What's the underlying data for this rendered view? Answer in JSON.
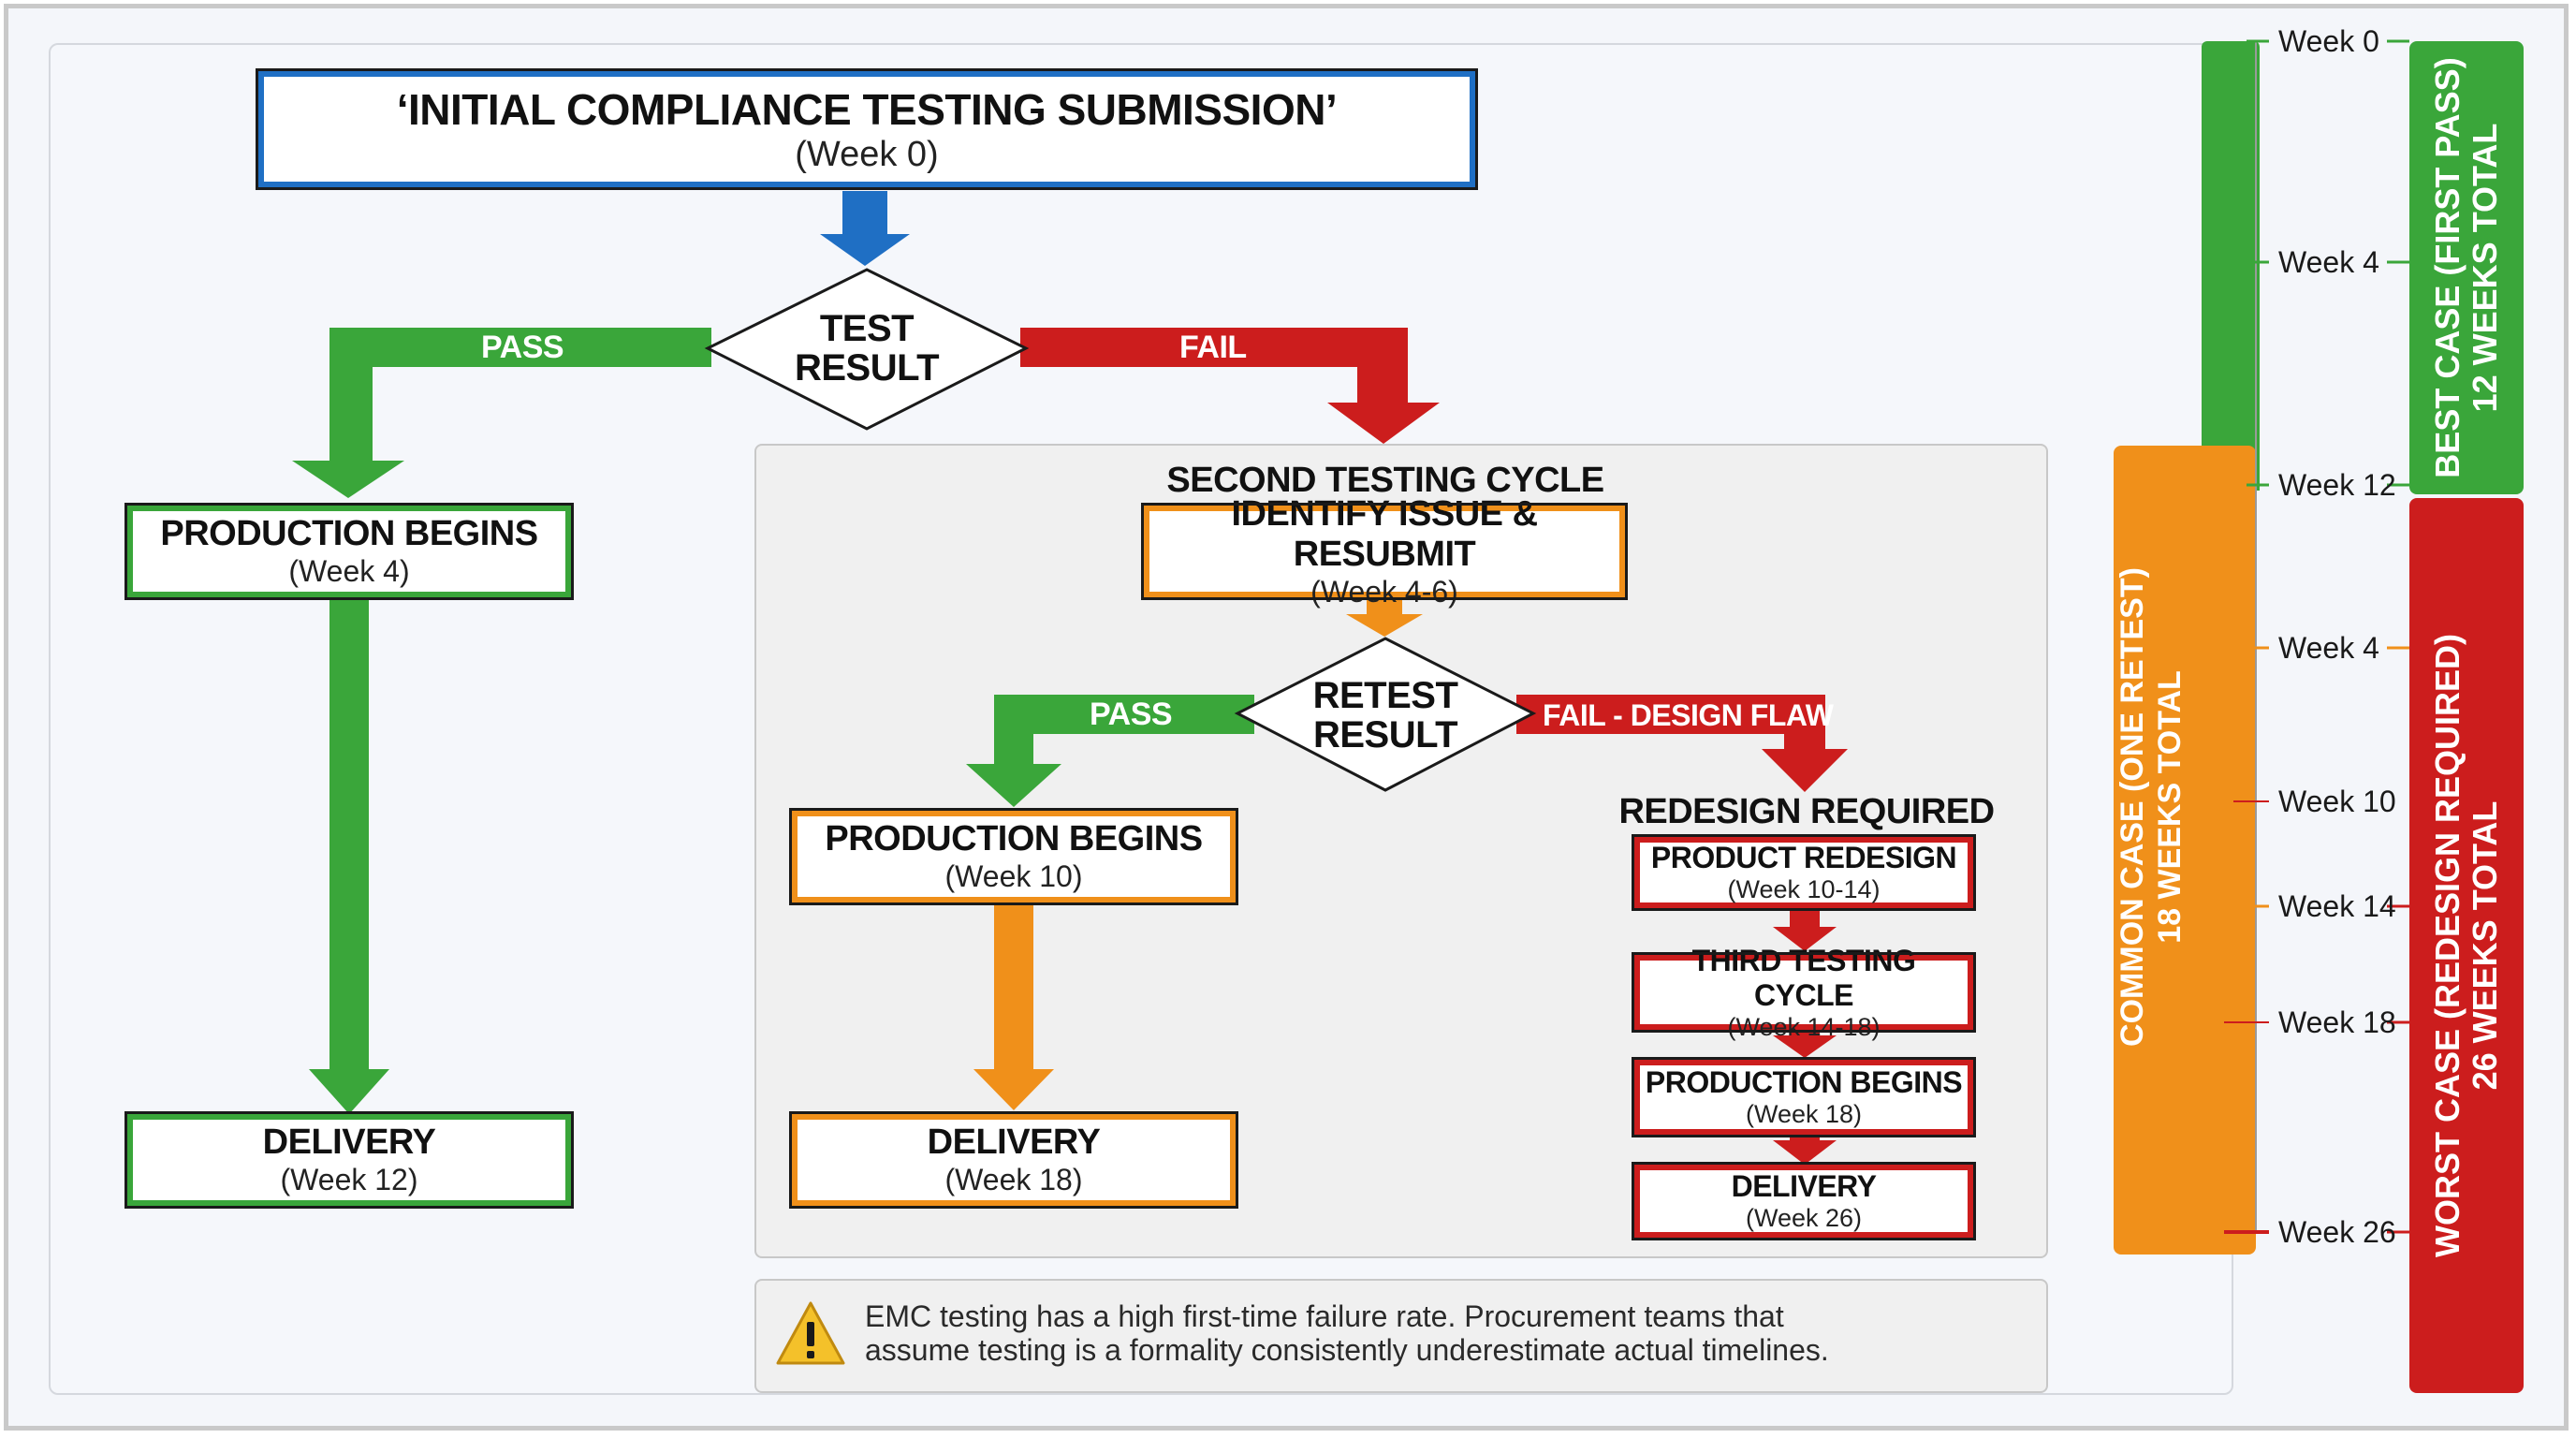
{
  "flow": {
    "initial": {
      "title": "‘INITIAL COMPLIANCE TESTING SUBMISSION’",
      "sub": "(Week 0)"
    },
    "test_result": {
      "line1": "TEST",
      "line2": "RESULT"
    },
    "pass_label": "PASS",
    "fail_label": "FAIL",
    "best_production": {
      "title": "PRODUCTION BEGINS",
      "sub": "(Week 4)"
    },
    "best_delivery": {
      "title": "DELIVERY",
      "sub": "(Week 12)"
    },
    "second_cycle_heading": "SECOND TESTING CYCLE",
    "identify": {
      "title": "IDENTIFY ISSUE & RESUBMIT",
      "sub": "(Week 4-6)"
    },
    "retest_result": {
      "line1": "RETEST",
      "line2": "RESULT"
    },
    "retest_pass_label": "PASS",
    "retest_fail_label": "FAIL - DESIGN FLAW",
    "common_production": {
      "title": "PRODUCTION BEGINS",
      "sub": "(Week 10)"
    },
    "common_delivery": {
      "title": "DELIVERY",
      "sub": "(Week 18)"
    },
    "redesign_heading": "REDESIGN REQUIRED",
    "redesign_steps": [
      {
        "title": "PRODUCT REDESIGN",
        "sub": "(Week 10-14)"
      },
      {
        "title": "THIRD TESTING CYCLE",
        "sub": "(Week 14-18)"
      },
      {
        "title": "PRODUCTION BEGINS",
        "sub": "(Week 18)"
      },
      {
        "title": "DELIVERY",
        "sub": "(Week 26)"
      }
    ]
  },
  "note": {
    "line1": "EMC testing has a high first-time failure rate. Procurement teams that",
    "line2": "assume testing is a formality consistently underestimate actual timelines."
  },
  "timeline": {
    "ticks": [
      {
        "label": "Week 0"
      },
      {
        "label": "Week 4"
      },
      {
        "label": "Week 12"
      },
      {
        "label": "Week 4"
      },
      {
        "label": "Week 10"
      },
      {
        "label": "Week 14"
      },
      {
        "label": "Week 18"
      },
      {
        "label": "Week 26"
      }
    ],
    "best_case": {
      "line1": "BEST CASE (FIRST PASS)",
      "line2": "12 WEEKS TOTAL",
      "color": "#3aa63a"
    },
    "common_case": {
      "line1": "COMMON CASE (ONE RETEST)",
      "line2": "18 WEEKS TOTAL",
      "color": "#f0901a"
    },
    "worst_case": {
      "line1": "WORST CASE (REDESIGN REQUIRED)",
      "line2": "26 WEEKS TOTAL",
      "color": "#cc1d1d"
    }
  },
  "colors": {
    "blue": "#1f6fc4",
    "green": "#3aa63a",
    "orange": "#f0901a",
    "red": "#cc1d1d"
  }
}
